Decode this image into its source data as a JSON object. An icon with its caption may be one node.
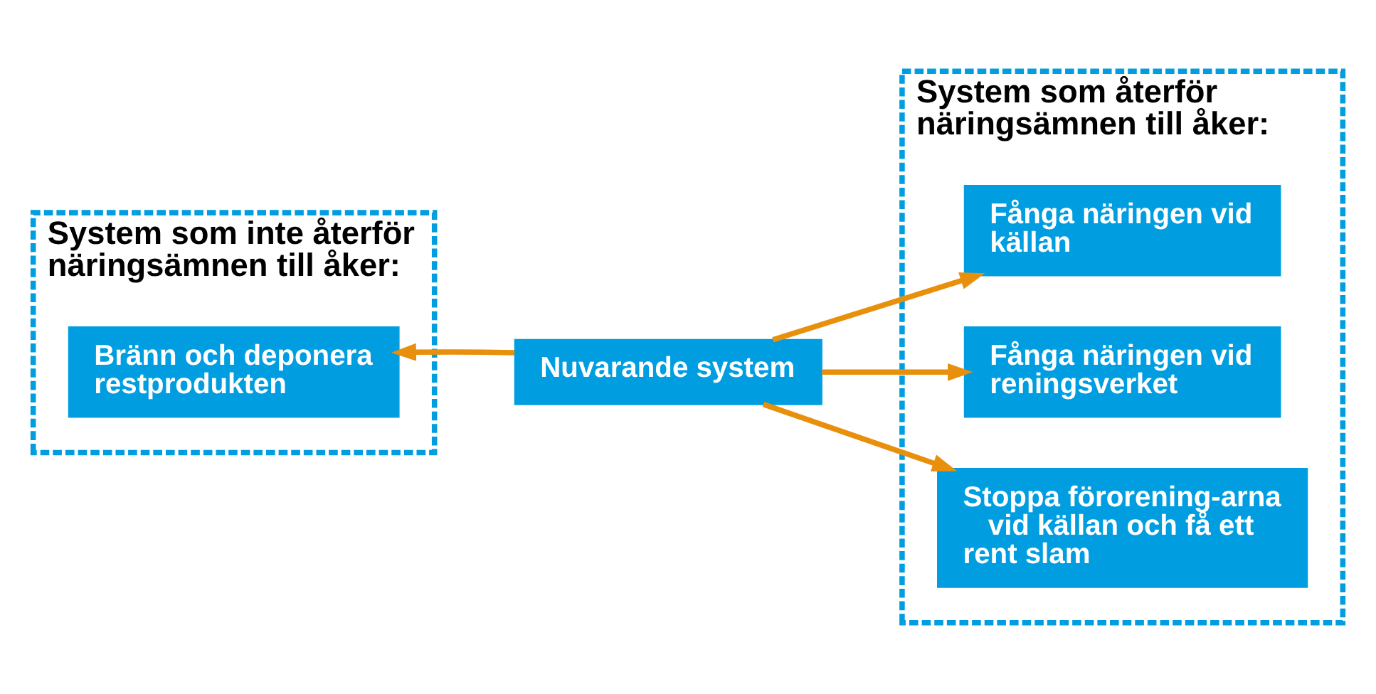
{
  "diagram": {
    "nodes": [
      {
        "text": [
          "System som inte återför näringsämnen till åker:"
        ]
      },
      {
        "text": [
          "Bränn och deponera restprodukten"
        ],
        "in": 0
      },
      {
        "text": [
          "Nuvarande system"
        ]
      },
      {
        "text": [
          "System som återför näringsämnen till åker:"
        ]
      },
      {
        "text": [
          "Fånga näringen vid källan"
        ],
        "in": 3
      },
      {
        "text": [
          "Fånga näringen vid reningsverket"
        ],
        "in": 3
      },
      {
        "text": [
          "Stoppa förorening-arna vid källan och få ett rent slam"
        ],
        "in": 3
      }
    ],
    "edges": [
      {
        "from": 2,
        "to": 1,
        "arrow": "to"
      },
      {
        "from": 2,
        "to": 4,
        "arrow": "to"
      },
      {
        "from": 2,
        "to": 5,
        "arrow": "to"
      },
      {
        "from": 2,
        "to": 6,
        "arrow": "to"
      }
    ]
  }
}
